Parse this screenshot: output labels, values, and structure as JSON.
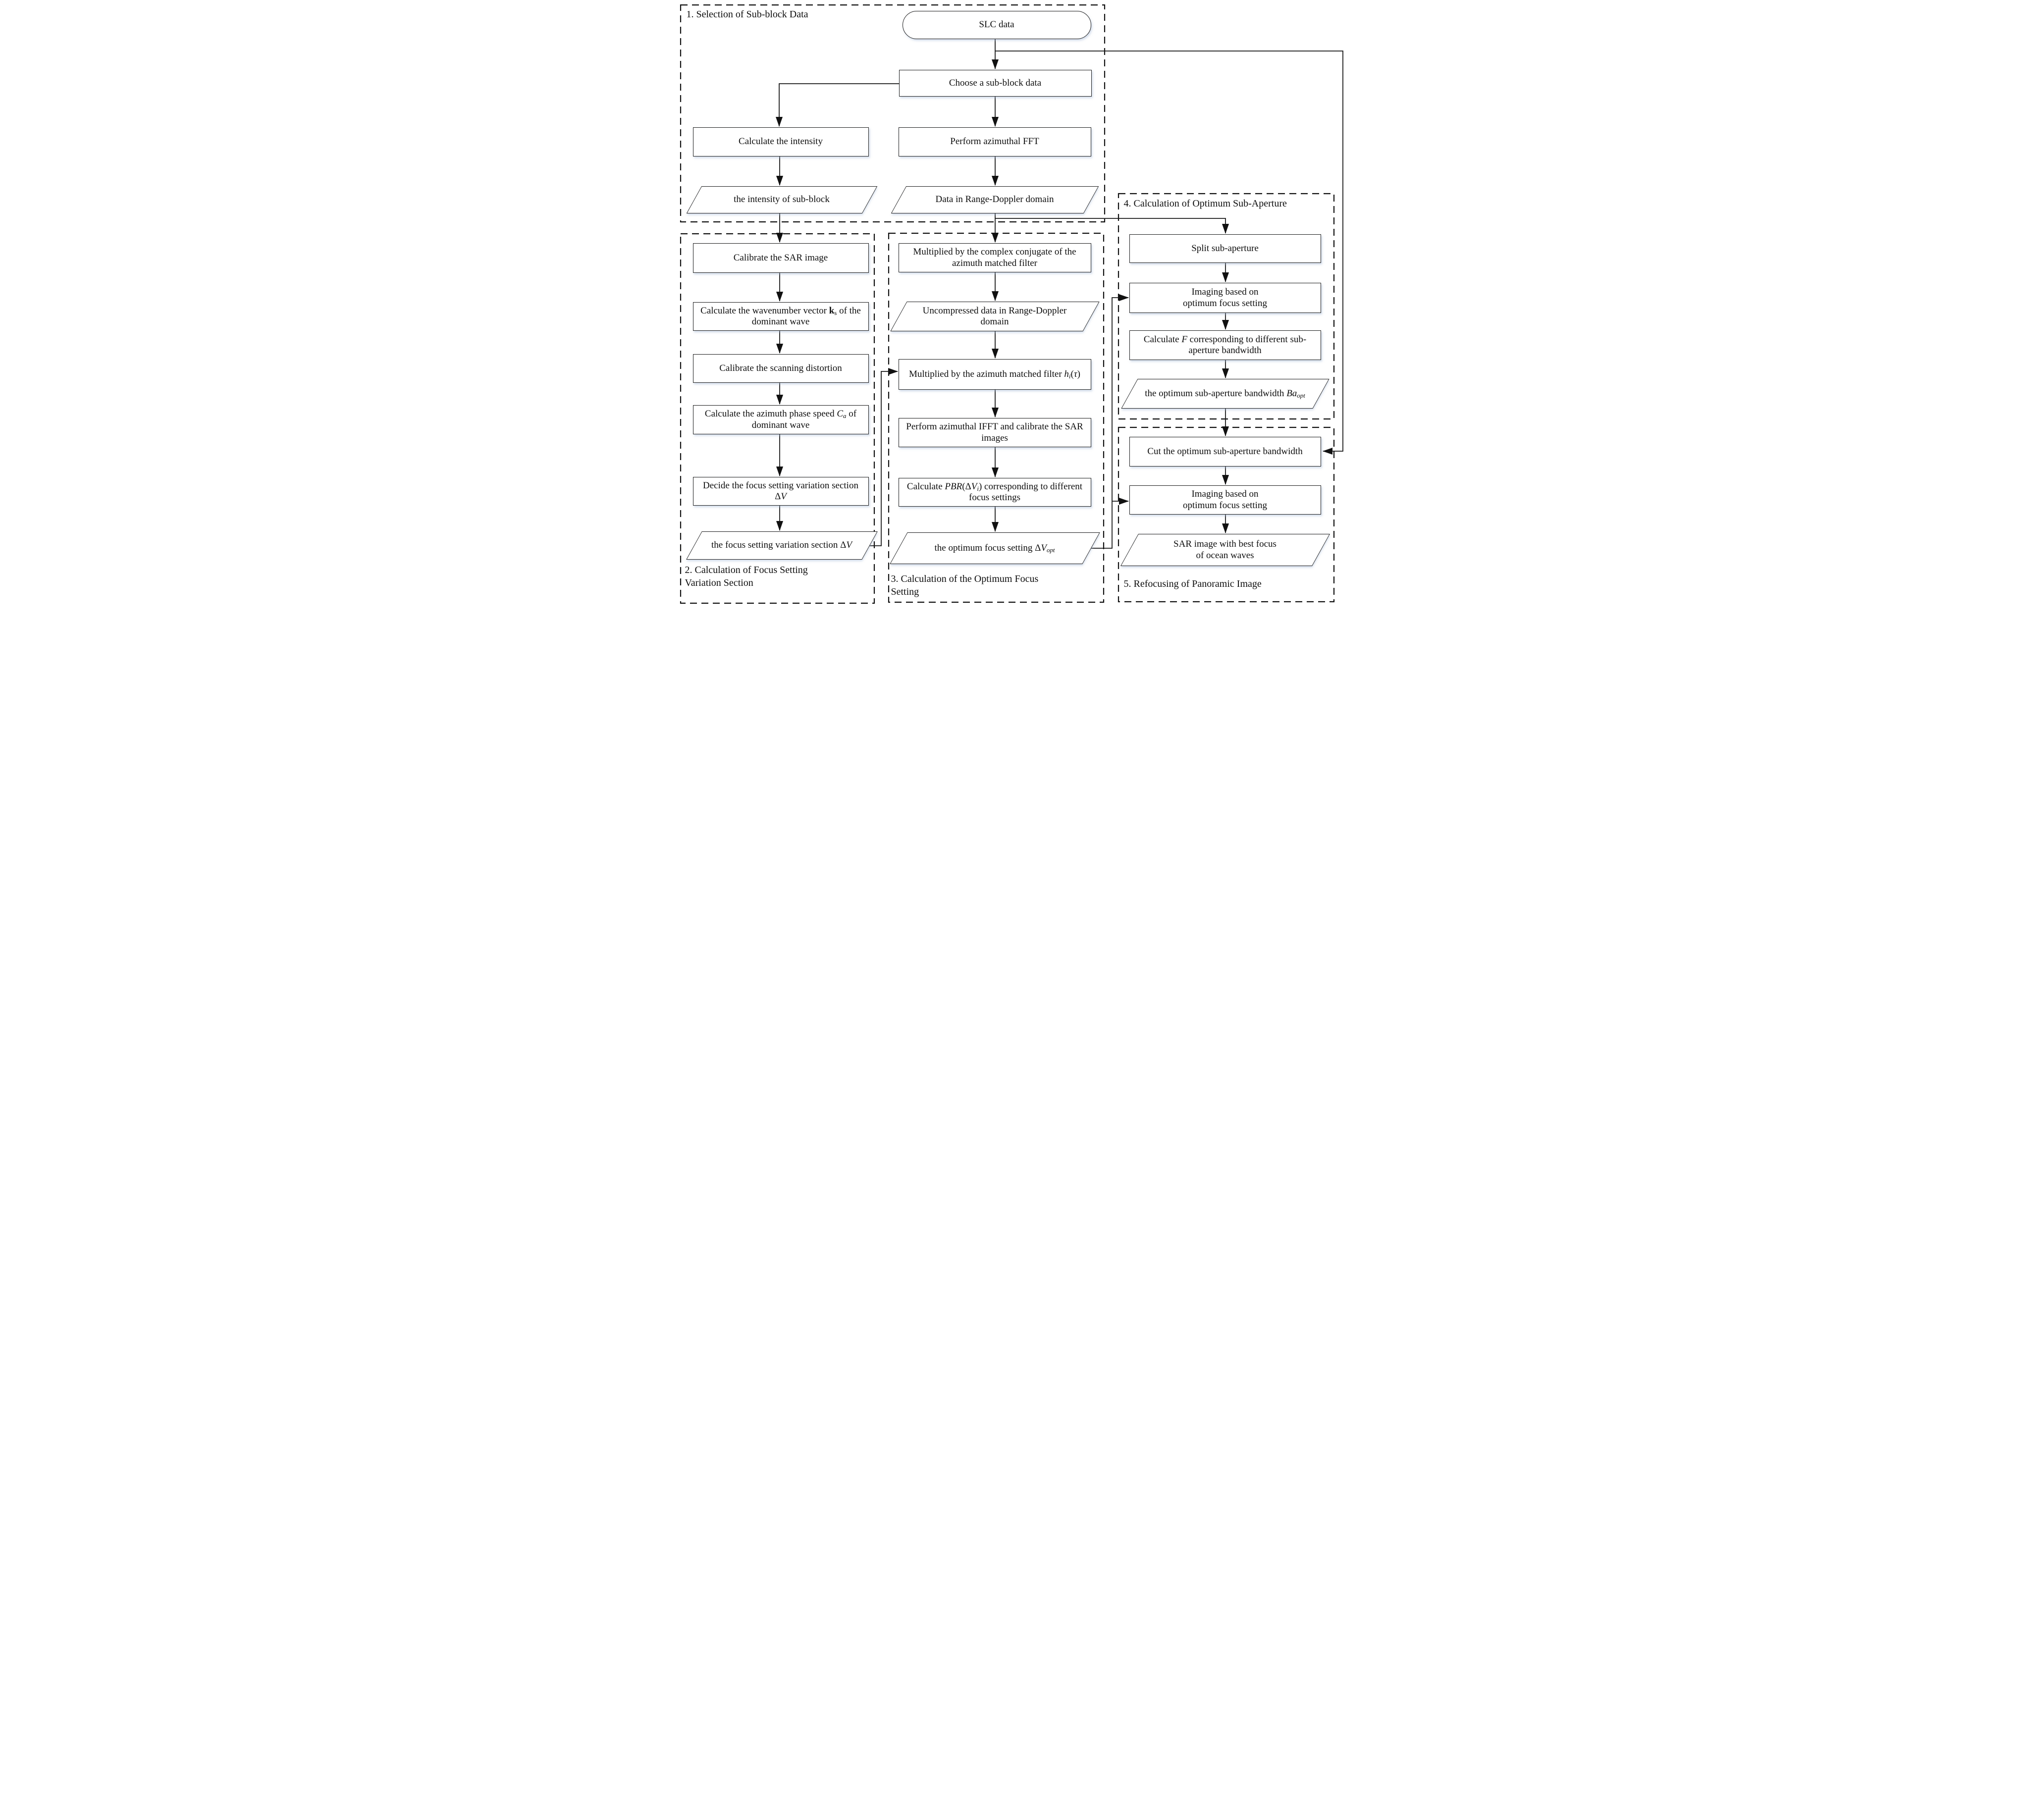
{
  "diagram": {
    "sections": {
      "s1": {
        "label": "1. Selection of Sub-block Data"
      },
      "s2": {
        "line1": "2. Calculation of Focus Setting",
        "line2": "Variation Section"
      },
      "s3": {
        "line1": "3. Calculation of the Optimum Focus",
        "line2": "Setting"
      },
      "s4": {
        "label": "4. Calculation of Optimum Sub-Aperture"
      },
      "s5": {
        "label": "5. Refocusing of Panoramic Image"
      }
    },
    "nodes": {
      "slc": {
        "label": "SLC data"
      },
      "choose": {
        "label": "Choose a sub-block data"
      },
      "intensity": {
        "label": "Calculate the intensity"
      },
      "fft": {
        "label": "Perform azimuthal FFT"
      },
      "intensity_out": {
        "label": "the intensity of sub-block"
      },
      "rd_data": {
        "label": "Data in Range-Doppler domain"
      },
      "cal_sar": {
        "label": "Calibrate the SAR image"
      },
      "wavenumber": {
        "t1": "Calculate the wavenumber vector ",
        "k": "k",
        "sub": "s",
        "t2": " of the dominant wave"
      },
      "scanning": {
        "label": "Calibrate the scanning distortion"
      },
      "phase_speed": {
        "t1": "Calculate the azimuth phase speed ",
        "c": "C",
        "sub": "a",
        "t2": " of dominant wave"
      },
      "decide": {
        "t1": "Decide the focus setting variation section Δ",
        "v": "V"
      },
      "dv_out": {
        "t1": "the focus setting variation section Δ",
        "v": "V"
      },
      "conjugate": {
        "label": "Multiplied by the complex conjugate of the azimuth matched filter"
      },
      "uncompressed": {
        "label": "Uncompressed data in Range-Doppler domain"
      },
      "matched": {
        "t1": "Multiplied by the azimuth matched filter ",
        "h": "h",
        "sub": "i",
        "p1": "(",
        "tau": "τ",
        "p2": ")"
      },
      "ifft": {
        "label": "Perform azimuthal IFFT and calibrate the SAR images"
      },
      "pbr": {
        "t1": "Calculate ",
        "pbr": "PBR",
        "p1": "(Δ",
        "v": "V",
        "sub": "i",
        "t2": ") corresponding to different focus settings"
      },
      "dvopt_out": {
        "t1": "the optimum focus setting Δ",
        "v": "V",
        "sub": "opt"
      },
      "split": {
        "label": "Split sub-aperture"
      },
      "imaging4": {
        "line1": "Imaging based on",
        "line2": "optimum focus setting"
      },
      "calc_f": {
        "t1": "Calculate ",
        "f": "F",
        "t2": " corresponding to different sub-aperture bandwidth"
      },
      "baopt_out": {
        "t1": "the optimum sub-aperture bandwidth ",
        "ba": "Ba",
        "sub": "opt"
      },
      "cut": {
        "label": "Cut the optimum sub-aperture bandwidth"
      },
      "imaging5": {
        "line1": "Imaging based on",
        "line2": "optimum focus setting"
      },
      "sar_out": {
        "line1": "SAR image with best focus",
        "line2": "of ocean waves"
      }
    },
    "colors": {
      "stroke": "#1a1a1a",
      "fill": "#ffffff",
      "shadow": "rgba(165,185,215,0.5)"
    }
  }
}
